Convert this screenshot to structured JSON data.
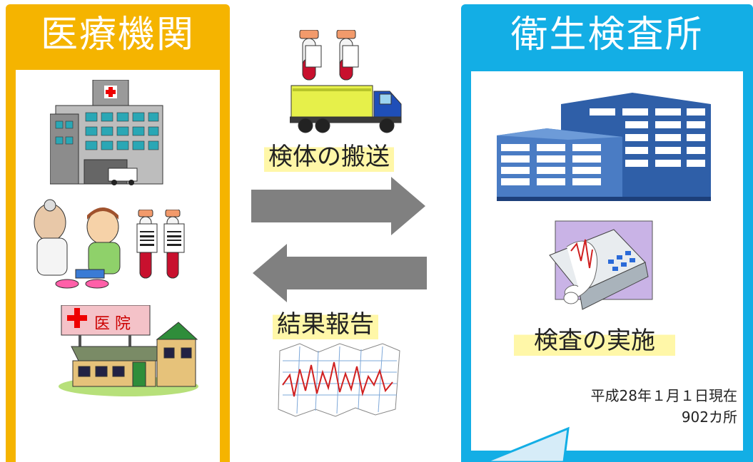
{
  "left_panel": {
    "title": "医療機関"
  },
  "right_panel": {
    "title": "衛生検査所"
  },
  "flow": {
    "transport_label": "検体の搬送",
    "report_label": "結果報告"
  },
  "inspection_label": "検査の実施",
  "clinic_sign_text": "医 院",
  "stats": {
    "as_of": "平成28年１月１日現在",
    "count": "902カ所"
  },
  "colors": {
    "left_accent": "#f5b400",
    "right_accent": "#13aee5",
    "arrow": "#808080",
    "highlight": "#fff7a8"
  }
}
